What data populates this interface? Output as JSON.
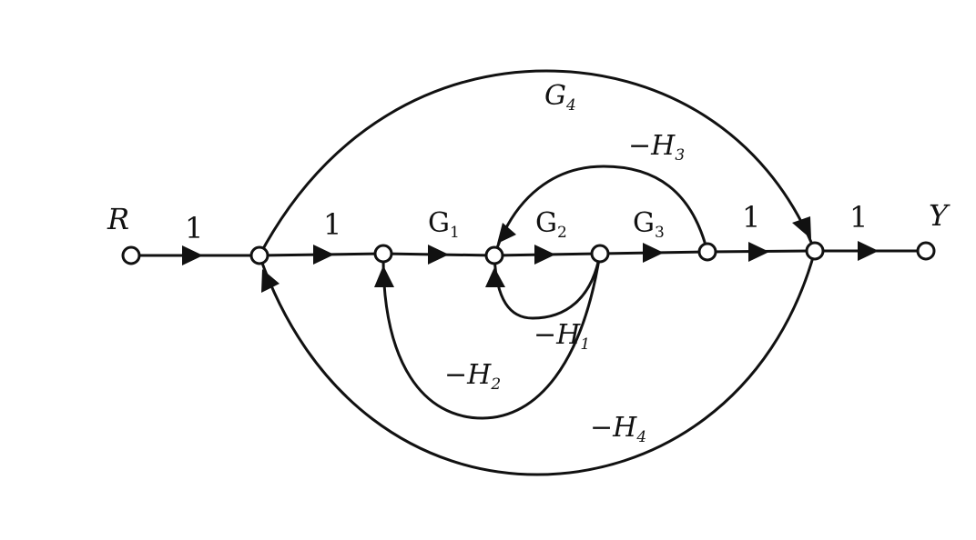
{
  "diagram": {
    "nodes": [
      {
        "id": "n0",
        "label": "R"
      },
      {
        "id": "n1",
        "label": ""
      },
      {
        "id": "n2",
        "label": ""
      },
      {
        "id": "n3",
        "label": ""
      },
      {
        "id": "n4",
        "label": ""
      },
      {
        "id": "n5",
        "label": ""
      },
      {
        "id": "n6",
        "label": ""
      },
      {
        "id": "n7",
        "label": "Y"
      }
    ],
    "edges": [
      {
        "id": "e01",
        "from": "n0",
        "to": "n1",
        "gain": "1"
      },
      {
        "id": "e12",
        "from": "n1",
        "to": "n2",
        "gain": "1"
      },
      {
        "id": "e23",
        "from": "n2",
        "to": "n3",
        "gain": "G",
        "gain_sub": "1"
      },
      {
        "id": "e34",
        "from": "n3",
        "to": "n4",
        "gain": "G",
        "gain_sub": "2"
      },
      {
        "id": "e45",
        "from": "n4",
        "to": "n5",
        "gain": "G",
        "gain_sub": "3"
      },
      {
        "id": "e56",
        "from": "n5",
        "to": "n6",
        "gain": "1"
      },
      {
        "id": "e67",
        "from": "n6",
        "to": "n7",
        "gain": "1"
      },
      {
        "id": "g4",
        "from": "n1",
        "to": "n6",
        "gain": "G",
        "gain_sub": "4"
      },
      {
        "id": "h3",
        "from": "n5",
        "to": "n3",
        "gain": "−H",
        "gain_sub": "3"
      },
      {
        "id": "h1",
        "from": "n4",
        "to": "n3",
        "gain": "−H",
        "gain_sub": "1"
      },
      {
        "id": "h2",
        "from": "n4",
        "to": "n2",
        "gain": "−H",
        "gain_sub": "2"
      },
      {
        "id": "h4",
        "from": "n6",
        "to": "n1",
        "gain": "−H",
        "gain_sub": "4"
      }
    ]
  }
}
